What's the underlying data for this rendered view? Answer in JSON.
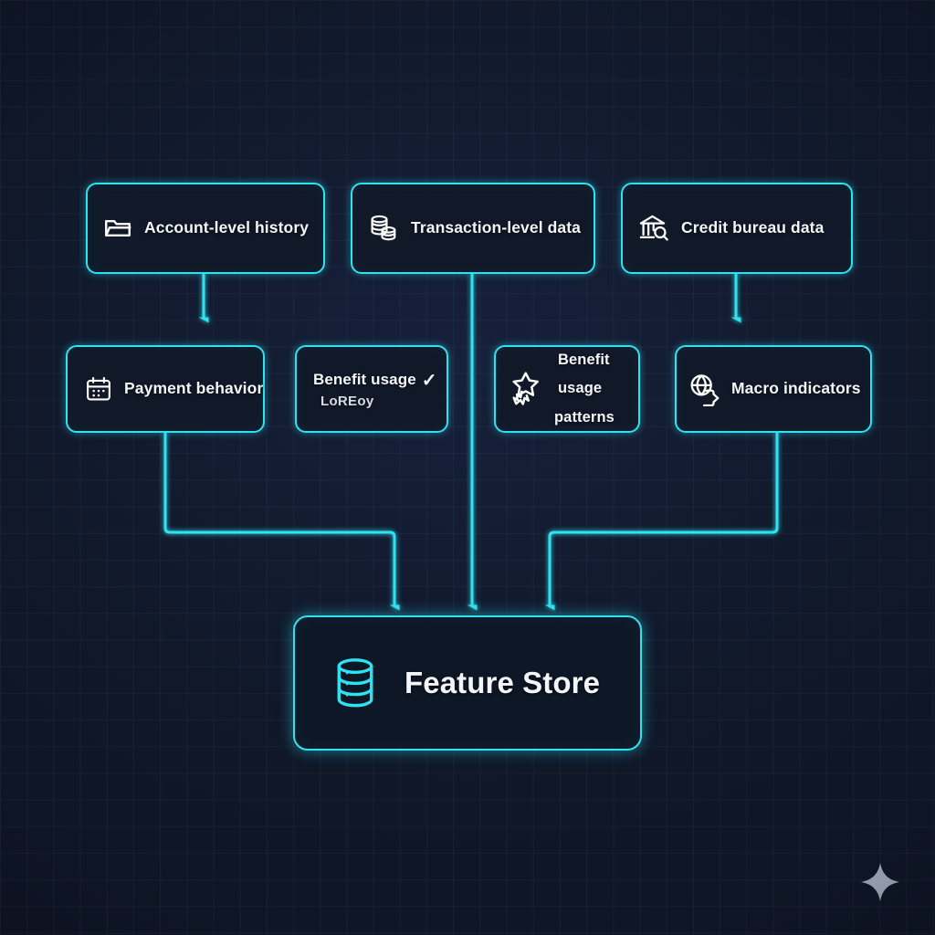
{
  "diagram": {
    "title": "Feature Store data sources flow",
    "background_color": "#101829",
    "accent_color": "#2ee2f2",
    "text_color": "#f2f6fa"
  },
  "row1": [
    {
      "id": "account",
      "label": "Account-level history",
      "icon": "folder-icon"
    },
    {
      "id": "transact",
      "label": "Transaction-level data",
      "icon": "coins-stack-icon"
    },
    {
      "id": "bureau",
      "label": "Credit bureau data",
      "icon": "bank-magnifier-icon"
    }
  ],
  "row2": [
    {
      "id": "payment",
      "label": "Payment behavior",
      "icon": "calendar-icon"
    },
    {
      "id": "benefit",
      "label": "Benefit usage",
      "sublabel": "LoREoy",
      "check": "✓",
      "icon": "none"
    },
    {
      "id": "patterns",
      "label_line1": "Benefit usage",
      "label_line2": "patterns",
      "icon": "star-sparkle-icon"
    },
    {
      "id": "macro",
      "label": "Macro indicators",
      "icon": "globe-tag-icon"
    }
  ],
  "store": {
    "label": "Feature Store",
    "icon": "database-icon"
  },
  "watermark": {
    "icon": "sparkle-icon",
    "color": "#9aa3b2"
  },
  "connections": [
    {
      "from": "account",
      "to": "payment",
      "type": "straight-down-arrow"
    },
    {
      "from": "bureau",
      "to": "macro",
      "type": "straight-down-arrow"
    },
    {
      "from": "transact",
      "to": "store",
      "type": "straight-down-arrow"
    },
    {
      "from": "payment",
      "to": "store",
      "type": "elbow-right-down-arrow"
    },
    {
      "from": "macro",
      "to": "store",
      "type": "elbow-left-down-arrow"
    }
  ]
}
